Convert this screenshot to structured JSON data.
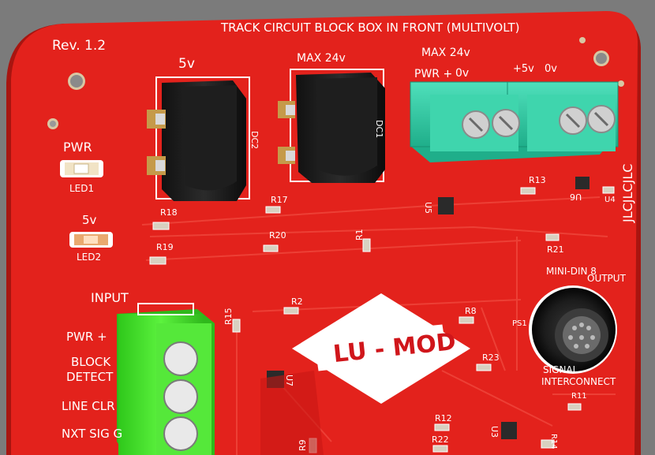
{
  "board": {
    "title": "TRACK CIRCUIT BLOCK BOX IN FRONT (MULTIVOLT)",
    "revision": "Rev. 1.2",
    "logo": "LU - MOD",
    "colors": {
      "pcb": "#e3221c",
      "terminal_teal": "#2ec8a0",
      "terminal_green": "#44e22a",
      "background": "#7b7b7b"
    }
  },
  "connectors": {
    "dc2_voltage": "5v",
    "dc2_ref": "DC2",
    "dc1_voltage": "MAX 24v",
    "dc1_ref": "DC1",
    "terminal_max": "MAX 24v",
    "terminal_pwr": "PWR +",
    "terminal_0v_a": "0v",
    "terminal_5v": "+5v",
    "terminal_0v_b": "0v",
    "side_code": "JLCJLCJLC"
  },
  "leds": {
    "pwr_label": "PWR",
    "led1_ref": "LED1",
    "five_v_label": "5v",
    "led2_ref": "LED2"
  },
  "input_block": {
    "heading": "INPUT",
    "pins": [
      "PWR +",
      "BLOCK",
      "DETECT",
      "LINE CLR",
      "NXT SIG G"
    ]
  },
  "output_block": {
    "connector": "MINI-DIN 8",
    "heading": "OUTPUT",
    "ref": "PS1",
    "caption_1": "SIGNAL",
    "caption_2": "INTERCONNECT"
  },
  "components": {
    "r18": "R18",
    "r17": "R17",
    "r19": "R19",
    "r20": "R20",
    "r1": "R1",
    "u5": "U5",
    "r13": "R13",
    "u6": "U6",
    "u4": "U4",
    "r21": "R21",
    "r15": "R15",
    "r2": "R2",
    "r8": "R8",
    "r23": "R23",
    "u7": "U7",
    "r11": "R11",
    "r12": "R12",
    "u3": "U3",
    "r9": "R9",
    "r22": "R22",
    "r14": "R14"
  }
}
